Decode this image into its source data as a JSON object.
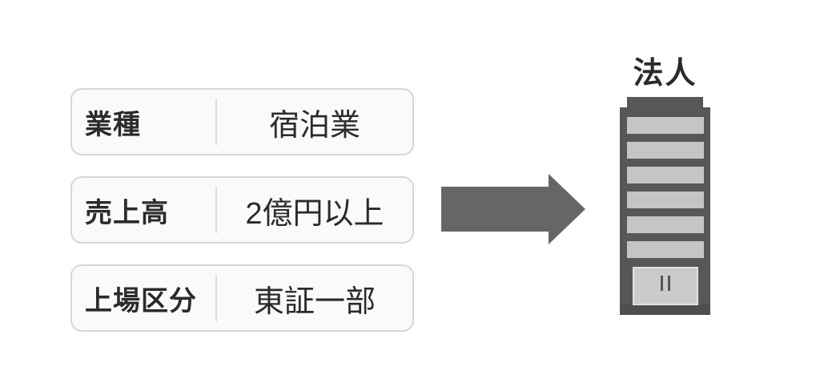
{
  "diagram": {
    "conditions": [
      {
        "label": "業種",
        "value": "宿泊業"
      },
      {
        "label": "売上高",
        "value": "2億円以上"
      },
      {
        "label": "上場区分",
        "value": "東証一部"
      }
    ],
    "entity_label": "法人"
  },
  "icons": {
    "arrow": "right-block-arrow",
    "building": "office-building"
  },
  "colors": {
    "card_bg": "#fafafa",
    "card_border": "#d6d6d6",
    "divider": "#dcdcdc",
    "text": "#2b2b2b",
    "arrow": "#666666",
    "building_body": "#575757",
    "building_window": "#c5c5c5",
    "building_door": "#cbcbcb",
    "building_base": "#4e4e4e",
    "door_line": "#555555"
  }
}
